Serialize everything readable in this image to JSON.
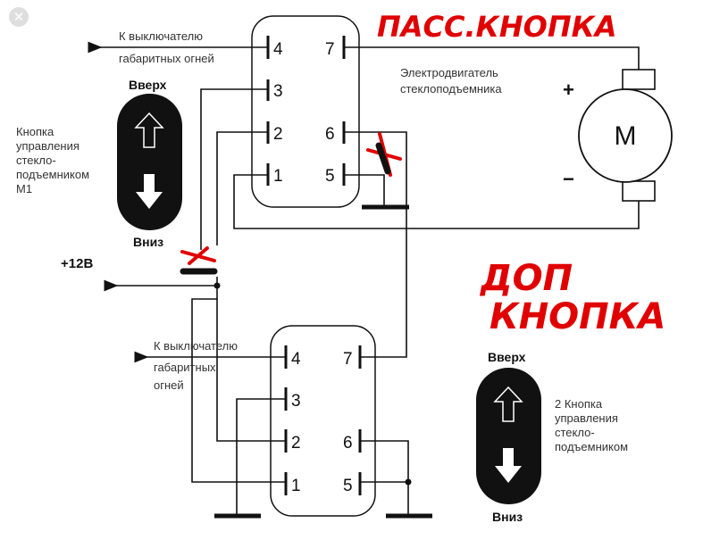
{
  "ui": {
    "close_glyph": "✕",
    "close_icon": "close-icon"
  },
  "colors": {
    "wire": "#111111",
    "annotation": "#e00000",
    "background": "#ffffff"
  },
  "annotations": {
    "top": "ПАСС.КНОПКА",
    "right_line1": "ДОП",
    "right_line2": "КНОПКА"
  },
  "labels": {
    "lights_top_line1": "К выключателю",
    "lights_top_line2": "габаритных огней",
    "lights_bottom_line1": "К выключателю",
    "lights_bottom_line2": "габаритных",
    "lights_bottom_line3": "огней",
    "motor_line1": "Электродвигатель",
    "motor_line2": "стеклоподъемника",
    "motor_letter": "M",
    "plus": "+",
    "minus": "−",
    "power": "+12В",
    "btn1_up": "Вверх",
    "btn1_down": "Вниз",
    "btn1_desc": [
      "Кнопка",
      "управления",
      "стекло-",
      "подъемником",
      "М1"
    ],
    "btn2_up": "Вверх",
    "btn2_down": "Вниз",
    "btn2_desc": [
      "2  Кнопка",
      "управления",
      "стекло-",
      "подъемником"
    ]
  },
  "switch_top": {
    "pins": [
      "4",
      "3",
      "2",
      "1",
      "7",
      "6",
      "5"
    ]
  },
  "switch_bottom": {
    "pins": [
      "4",
      "3",
      "2",
      "1",
      "7",
      "6",
      "5"
    ]
  }
}
